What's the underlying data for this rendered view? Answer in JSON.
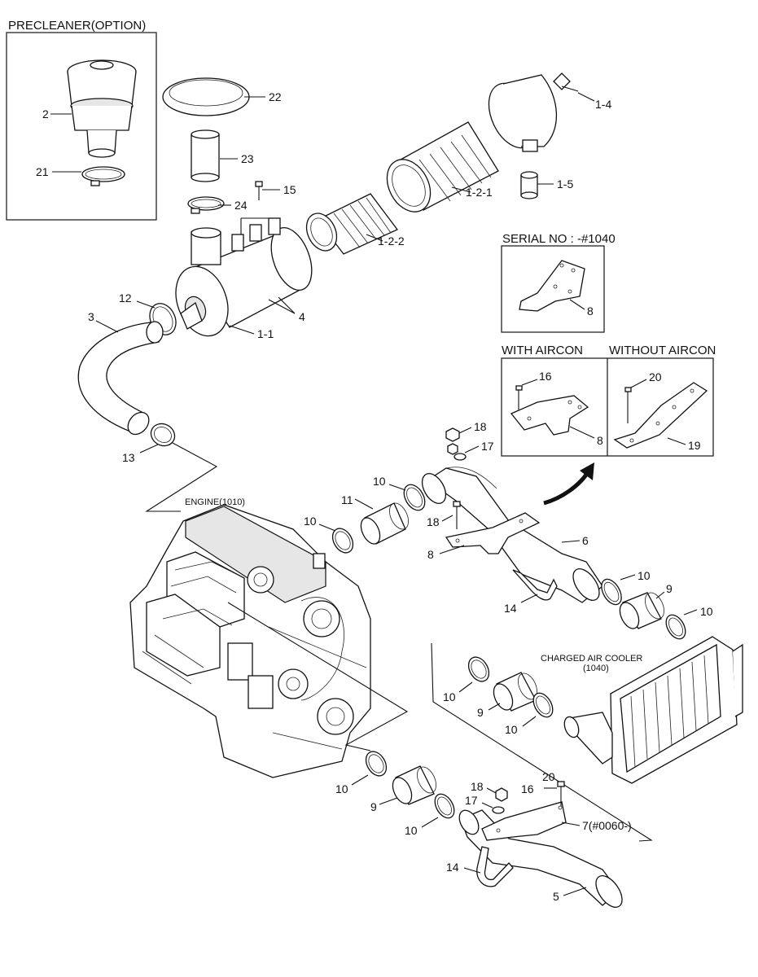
{
  "headers": {
    "precleaner": "PRECLEANER(OPTION)",
    "serial": "SERIAL NO : -#1040",
    "with_aircon": "WITH AIRCON",
    "without_aircon": "WITHOUT AIRCON",
    "engine": "ENGINE(1010)",
    "cooler_line1": "CHARGED AIR COOLER",
    "cooler_line2": "(1040)"
  },
  "labels": {
    "p2": "2",
    "p21": "21",
    "p22": "22",
    "p23": "23",
    "p24": "24",
    "p15": "15",
    "p1_4": "1-4",
    "p1_5": "1-5",
    "p1_2_1": "1-2-1",
    "p1_2_2": "1-2-2",
    "p4": "4",
    "p1_1": "1-1",
    "p12": "12",
    "p3": "3",
    "p13": "13",
    "p8_serial": "8",
    "p16_aircon": "16",
    "p8_aircon": "8",
    "p20_noaircon": "20",
    "p19": "19",
    "p18_top": "18",
    "p17_top": "17",
    "p10_a": "10",
    "p11": "11",
    "p10_b": "10",
    "p18_mid": "18",
    "p8_mid": "8",
    "p6": "6",
    "p14_top": "14",
    "p10_c": "10",
    "p9_top": "9",
    "p10_d": "10",
    "p10_e": "10",
    "p9_mid": "9",
    "p10_f": "10",
    "p10_g": "10",
    "p9_bot": "9",
    "p10_h": "10",
    "p18_bot": "18",
    "p17_bot": "17",
    "p20_bot": "20",
    "p16_bot": "16",
    "p7": "7(#0060-)",
    "p14_bot": "14",
    "p5": "5"
  },
  "icons": {
    "flow_arrow": "curved-arrow-icon"
  }
}
